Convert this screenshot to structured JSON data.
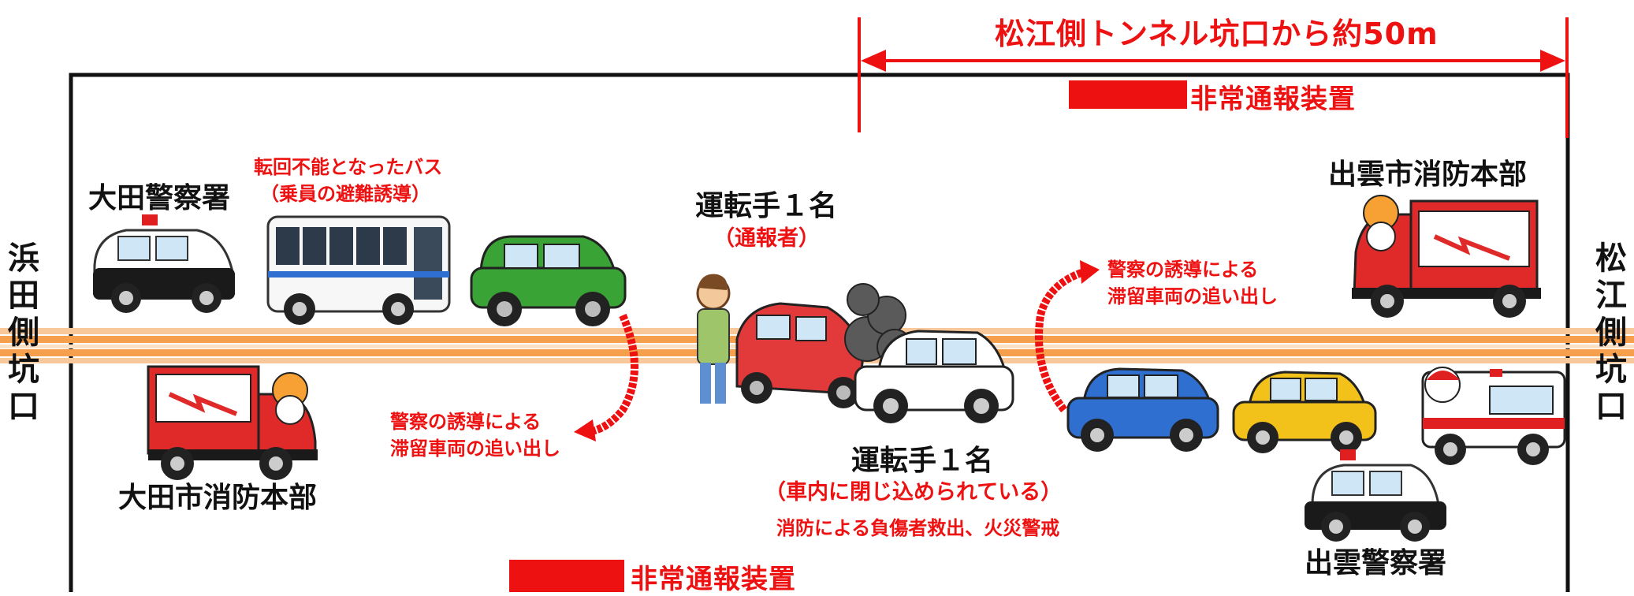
{
  "top_measure": {
    "text": "松江側トンネル坑口から約50m",
    "color": "#ee1111"
  },
  "emergency_device": {
    "label": "非常通報装置",
    "color": "#ee1111"
  },
  "portal_left": [
    "浜",
    "田",
    "側",
    "坑",
    "口"
  ],
  "portal_right": [
    "松",
    "江",
    "側",
    "坑",
    "口"
  ],
  "labels": {
    "oda_police": "大田警察署",
    "bus_line1": "転回不能となったバス",
    "bus_line2": "（乗員の避難誘導）",
    "driver_caller_line1": "運転手１名",
    "driver_caller_line2": "（通報者）",
    "izumo_fire": "出雲市消防本部",
    "guide_right_line1": "警察の誘導による",
    "guide_right_line2": "滞留車両の追い出し",
    "guide_left_line1": "警察の誘導による",
    "guide_left_line2": "滞留車両の追い出し",
    "oda_fire": "大田市消防本部",
    "driver_trapped_line1": "運転手１名",
    "driver_trapped_line2": "（車内に閉じ込められている）",
    "fire_action": "消防による負傷者救出、火災警戒",
    "izumo_police": "出雲警察署"
  },
  "colors": {
    "lane_orange": "#f6a04e",
    "green_car": "#3aa335",
    "red_car": "#e23a3a",
    "blue_car": "#2f6fd0",
    "yellow_car": "#f2c21a"
  }
}
